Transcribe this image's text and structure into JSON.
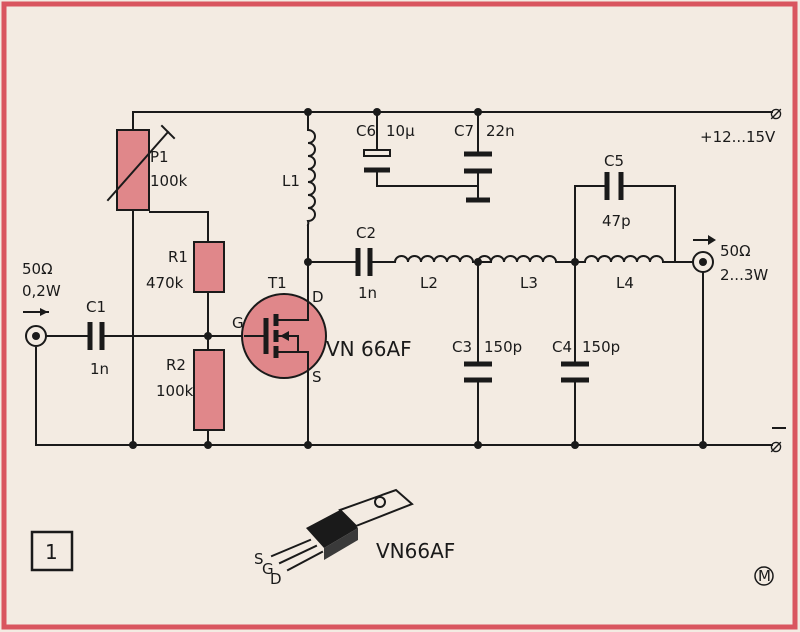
{
  "figure_number": "1",
  "colors": {
    "paper": "#f3ebe2",
    "frame": "#d9565f",
    "highlight": "#e0878a",
    "ink": "#1a1a1a"
  },
  "labels": {
    "input_impedance": "50Ω",
    "input_power": "0,2W",
    "output_impedance": "50Ω",
    "output_power": "2...3W",
    "supply_voltage": "+12...15V",
    "ground_symbol": "⌀",
    "supply_symbol": "⌀",
    "transistor_type": "VN 66AF",
    "package_type": "VN66AF",
    "maker_mark": "M"
  },
  "components": {
    "P1": {
      "name": "P1",
      "value": "100k"
    },
    "R1": {
      "name": "R1",
      "value": "470k"
    },
    "R2": {
      "name": "R2",
      "value": "100k"
    },
    "C1": {
      "name": "C1",
      "value": "1n"
    },
    "C2": {
      "name": "C2",
      "value": "1n"
    },
    "C3": {
      "name": "C3",
      "value": "150p"
    },
    "C4": {
      "name": "C4",
      "value": "150p"
    },
    "C5": {
      "name": "C5",
      "value": "47p"
    },
    "C6": {
      "name": "C6",
      "value": "10µ"
    },
    "C7": {
      "name": "C7",
      "value": "22n"
    },
    "L1": {
      "name": "L1"
    },
    "L2": {
      "name": "L2"
    },
    "L3": {
      "name": "L3"
    },
    "L4": {
      "name": "L4"
    },
    "T1": {
      "name": "T1"
    }
  },
  "pins": {
    "gate": "G",
    "drain": "D",
    "source": "S"
  },
  "package_pins": {
    "s": "S",
    "g": "G",
    "d": "D"
  }
}
